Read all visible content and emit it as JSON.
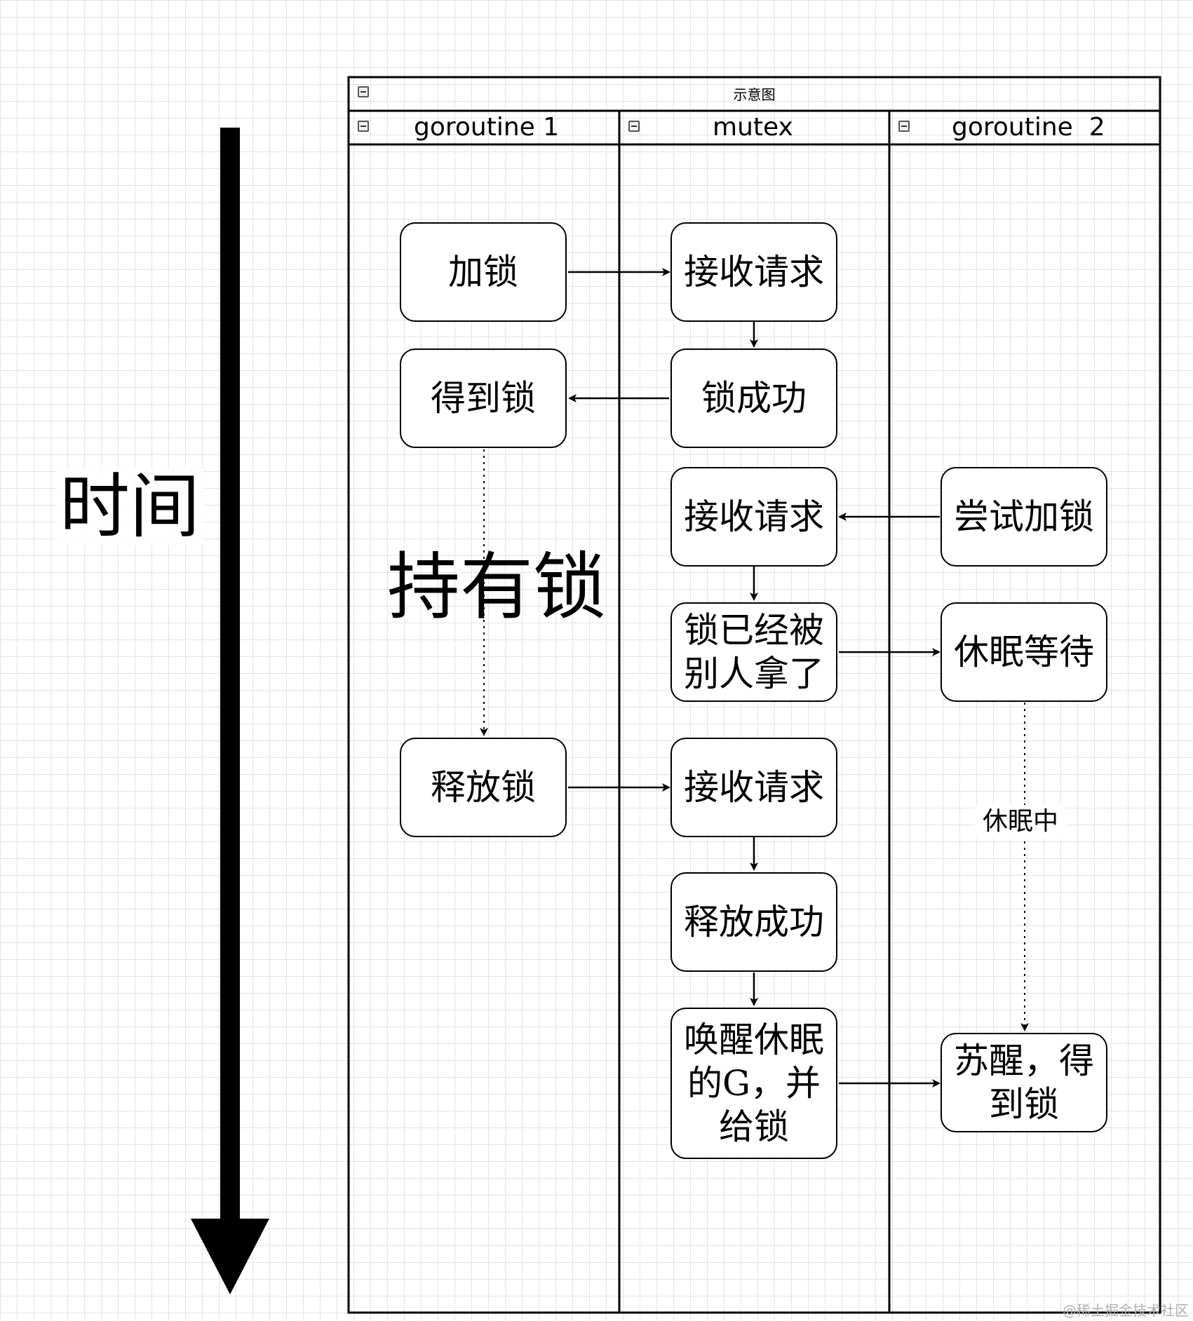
{
  "time_axis": {
    "label": "时间"
  },
  "pool": {
    "title": "示意图",
    "lanes": [
      {
        "name": "goroutine 1"
      },
      {
        "name": "mutex"
      },
      {
        "name": "goroutine  2"
      }
    ]
  },
  "nodes": {
    "lock": "加锁",
    "recv1": "接收请求",
    "lock_success": "锁成功",
    "got_lock": "得到锁",
    "recv2": "接收请求",
    "try_lock": "尝试加锁",
    "lock_taken": "锁已经被别人拿了",
    "sleep_wait": "休眠等待",
    "release": "释放锁",
    "recv3": "接收请求",
    "release_success": "释放成功",
    "wake_give": "唤醒休眠的G，并给锁",
    "wake_got": "苏醒，得到锁"
  },
  "annotations": {
    "holding": "持有锁",
    "sleeping": "休眠中"
  },
  "watermark": "@稀土掘金技术社区"
}
